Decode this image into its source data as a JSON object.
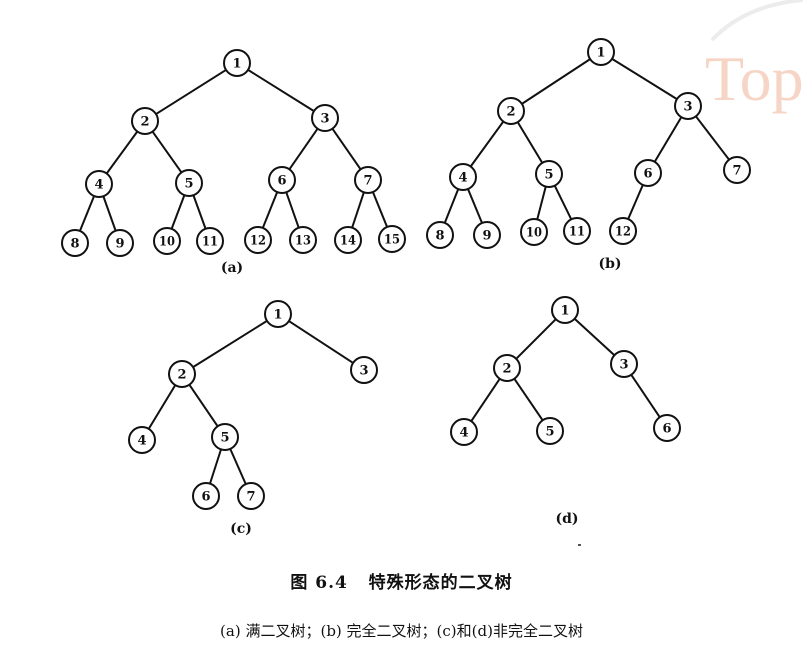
{
  "watermark": {
    "text": "Top",
    "color": "#f3c7b3"
  },
  "figure": {
    "caption_title": "图 6.4   特殊形态的二叉树",
    "caption_sub": "(a) 满二叉树；(b) 完全二叉树；(c)和(d)非完全二叉树"
  },
  "trees": [
    {
      "id": "a",
      "label": "(a)",
      "nodes": [
        {
          "id": 1,
          "text": "1"
        },
        {
          "id": 2,
          "text": "2"
        },
        {
          "id": 3,
          "text": "3"
        },
        {
          "id": 4,
          "text": "4"
        },
        {
          "id": 5,
          "text": "5"
        },
        {
          "id": 6,
          "text": "6"
        },
        {
          "id": 7,
          "text": "7"
        },
        {
          "id": 8,
          "text": "8"
        },
        {
          "id": 9,
          "text": "9"
        },
        {
          "id": 10,
          "text": "10"
        },
        {
          "id": 11,
          "text": "11"
        },
        {
          "id": 12,
          "text": "12"
        },
        {
          "id": 13,
          "text": "13"
        },
        {
          "id": 14,
          "text": "14"
        },
        {
          "id": 15,
          "text": "15"
        }
      ],
      "edges": [
        [
          1,
          2
        ],
        [
          1,
          3
        ],
        [
          2,
          4
        ],
        [
          2,
          5
        ],
        [
          3,
          6
        ],
        [
          3,
          7
        ],
        [
          4,
          8
        ],
        [
          4,
          9
        ],
        [
          5,
          10
        ],
        [
          5,
          11
        ],
        [
          6,
          12
        ],
        [
          6,
          13
        ],
        [
          7,
          14
        ],
        [
          7,
          15
        ]
      ]
    },
    {
      "id": "b",
      "label": "(b)",
      "nodes": [
        {
          "id": 1,
          "text": "1"
        },
        {
          "id": 2,
          "text": "2"
        },
        {
          "id": 3,
          "text": "3"
        },
        {
          "id": 4,
          "text": "4"
        },
        {
          "id": 5,
          "text": "5"
        },
        {
          "id": 6,
          "text": "6"
        },
        {
          "id": 7,
          "text": "7"
        },
        {
          "id": 8,
          "text": "8"
        },
        {
          "id": 9,
          "text": "9"
        },
        {
          "id": 10,
          "text": "10"
        },
        {
          "id": 11,
          "text": "11"
        },
        {
          "id": 12,
          "text": "12"
        }
      ],
      "edges": [
        [
          1,
          2
        ],
        [
          1,
          3
        ],
        [
          2,
          4
        ],
        [
          2,
          5
        ],
        [
          3,
          6
        ],
        [
          3,
          7
        ],
        [
          4,
          8
        ],
        [
          4,
          9
        ],
        [
          5,
          10
        ],
        [
          5,
          11
        ],
        [
          6,
          12
        ]
      ]
    },
    {
      "id": "c",
      "label": "(c)",
      "nodes": [
        {
          "id": 1,
          "text": "1"
        },
        {
          "id": 2,
          "text": "2"
        },
        {
          "id": 3,
          "text": "3"
        },
        {
          "id": 4,
          "text": "4"
        },
        {
          "id": 5,
          "text": "5"
        },
        {
          "id": 6,
          "text": "6"
        },
        {
          "id": 7,
          "text": "7"
        }
      ],
      "edges": [
        [
          1,
          2
        ],
        [
          1,
          3
        ],
        [
          2,
          4
        ],
        [
          2,
          5
        ],
        [
          5,
          6
        ],
        [
          5,
          7
        ]
      ]
    },
    {
      "id": "d",
      "label": "(d)",
      "nodes": [
        {
          "id": 1,
          "text": "1"
        },
        {
          "id": 2,
          "text": "2"
        },
        {
          "id": 3,
          "text": "3"
        },
        {
          "id": 4,
          "text": "4"
        },
        {
          "id": 5,
          "text": "5"
        },
        {
          "id": 6,
          "text": "6"
        }
      ],
      "edges": [
        [
          1,
          2
        ],
        [
          1,
          3
        ],
        [
          2,
          4
        ],
        [
          2,
          5
        ],
        [
          3,
          6
        ]
      ]
    }
  ]
}
